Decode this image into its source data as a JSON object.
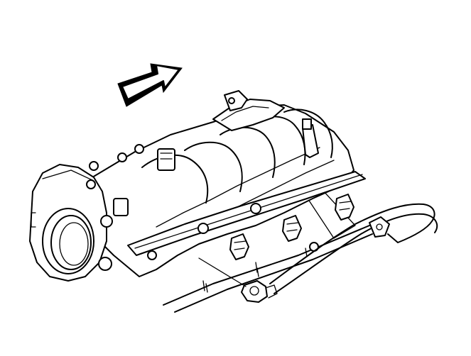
{
  "figure": {
    "background": "#ffffff",
    "ink": "#000000",
    "description_icons": [
      "direction-arrow-icon",
      "intake-manifold",
      "throttle-body",
      "fuel-rail",
      "fuel-line-hose",
      "mounting-brackets"
    ]
  }
}
